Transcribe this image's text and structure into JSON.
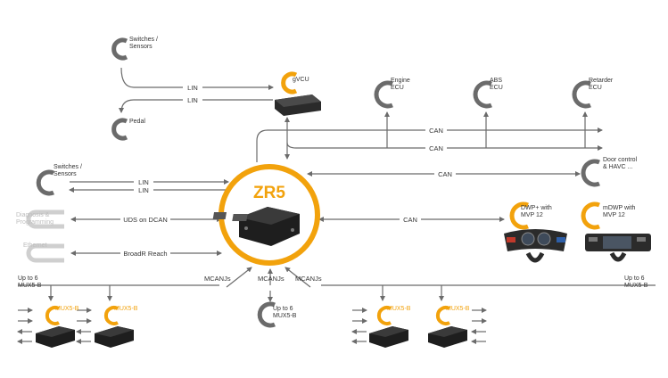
{
  "colors": {
    "accent": "#f2a20c",
    "ring": "#6b6b6b",
    "ring_light": "#cfcfcf",
    "line": "#6b6b6b",
    "text": "#333333",
    "text_light": "#bdbdbd"
  },
  "center": {
    "title": "ZR5"
  },
  "nodes": {
    "switches_top": "Switches /\nSensors",
    "gvcu": "gVCU",
    "pedal": "Pedal",
    "engine": "Engine\nECU",
    "abs": "ABS\nECU",
    "retarder": "Retarder\nECU",
    "door": "Door control\n& HAVC ...",
    "switches_left": "Switches /\nSensors",
    "diagnosis": "Diagnosis &\nProgramming",
    "ethernet": "Ethernet",
    "dwp": "DWP+ with\nMVP 12",
    "mdwp": "mDWP with\nMVP 12",
    "upto_left": "Up to 6\nMUX5-B",
    "upto_center": "Up to 6\nMUX5-B",
    "upto_right": "Up to 6\nMUX5-B",
    "mux1": "MUX5-B",
    "mux2": "MUX5-B",
    "mux3": "MUX5-B",
    "mux4": "MUX5-B"
  },
  "links": {
    "lin_top_1": "LIN",
    "lin_top_2": "LIN",
    "can_1": "CAN",
    "can_2": "CAN",
    "can_3": "CAN",
    "lin_left_1": "LIN",
    "lin_left_2": "LIN",
    "uds": "UDS on DCAN",
    "broadr": "BroadR Reach",
    "can_right": "CAN",
    "mcan_1": "MCANJs",
    "mcan_2": "MCANJs",
    "mcan_3": "MCANJs"
  }
}
